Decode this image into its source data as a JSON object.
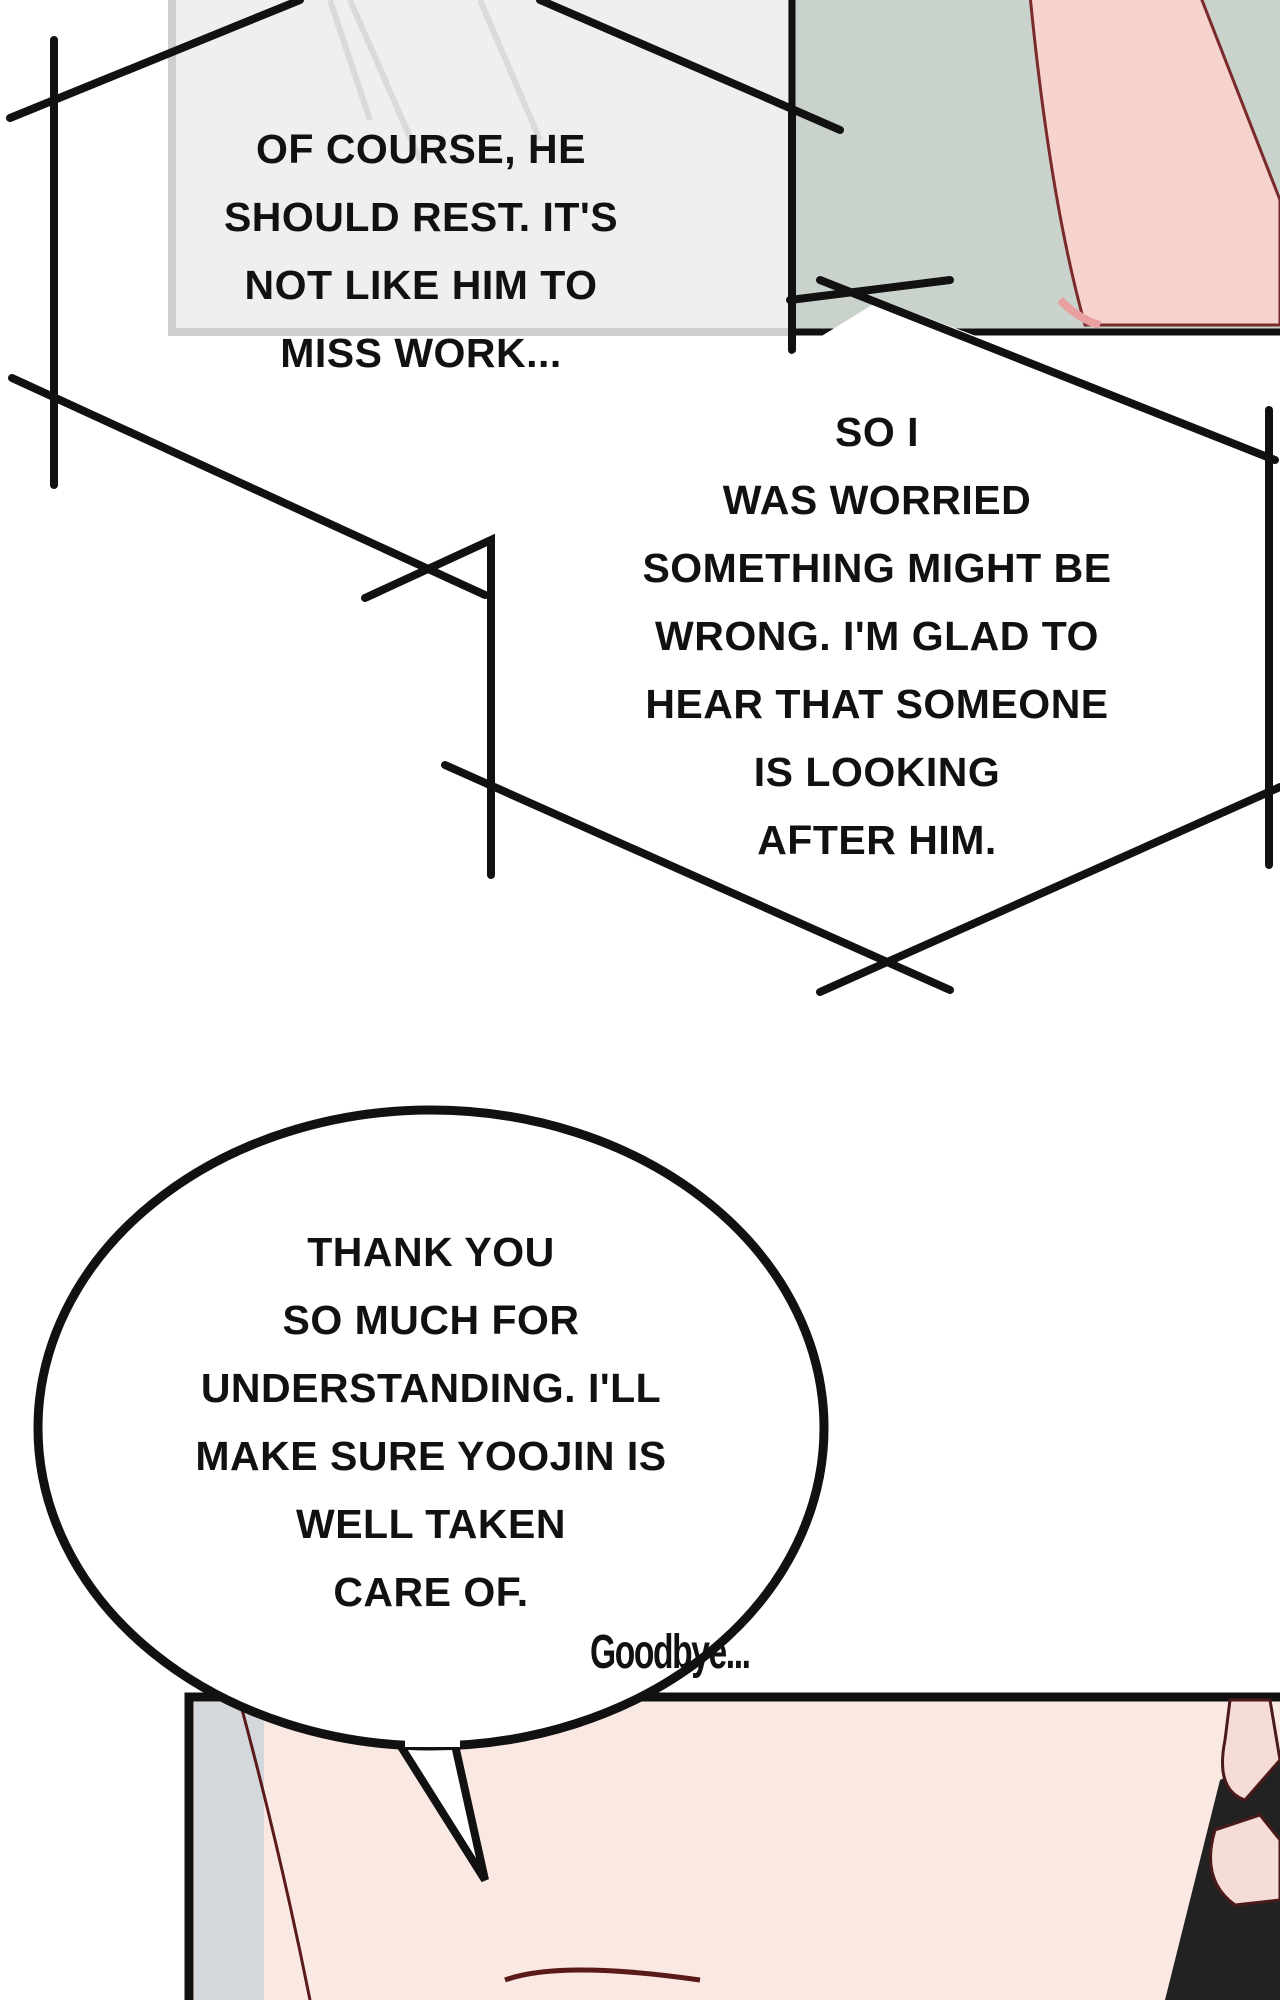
{
  "panels": {
    "colors": {
      "skin": "#fae8e2",
      "wall": "#c9d3cb",
      "ink": "#111111"
    }
  },
  "bubbles": [
    {
      "lines": [
        "Of course, he",
        "should rest. It's",
        "not like him to",
        "miss work..."
      ]
    },
    {
      "lines": [
        "So I",
        "was worried",
        "something might be",
        "wrong. I'm glad to",
        "hear that someone",
        "is looking",
        "after him."
      ]
    },
    {
      "lines": [
        "Thank you",
        "so much for",
        "understanding. I'll",
        "make sure Yoojin is",
        "well taken",
        "care of."
      ]
    }
  ],
  "sfx": "Goodbye..."
}
